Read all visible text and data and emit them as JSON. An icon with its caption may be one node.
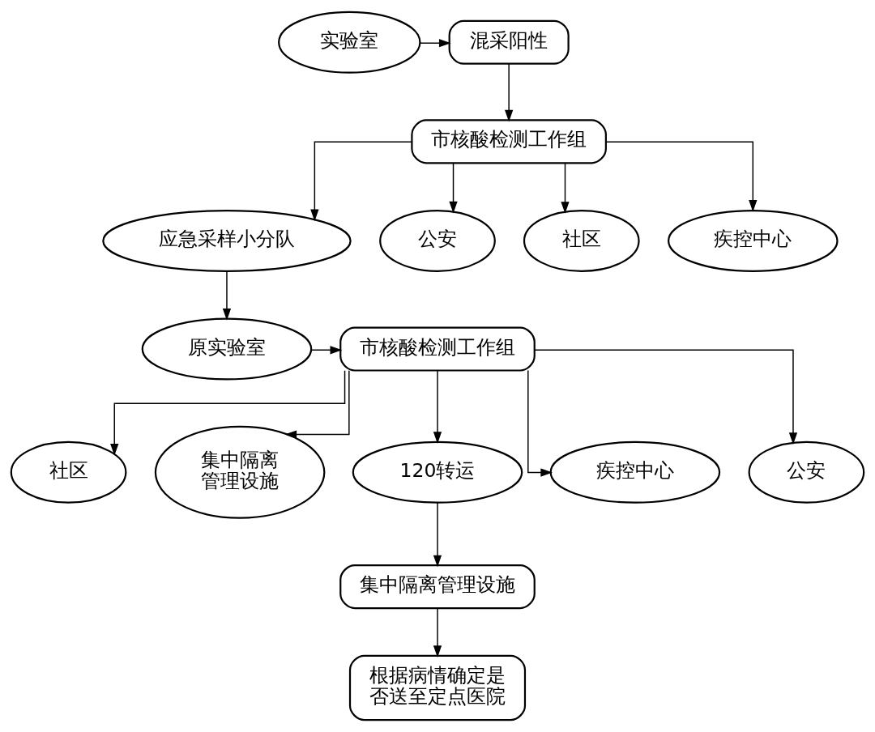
{
  "diagram": {
    "nodes": [
      {
        "text": [
          "实验室"
        ]
      },
      {
        "text": [
          "混采阳性"
        ]
      },
      {
        "text": [
          "市核酸检测工作组"
        ]
      },
      {
        "text": [
          "应急采样小分队"
        ]
      },
      {
        "text": [
          "公安"
        ]
      },
      {
        "text": [
          "社区"
        ]
      },
      {
        "text": [
          "疾控中心"
        ]
      },
      {
        "text": [
          "原实验室"
        ]
      },
      {
        "text": [
          "市核酸检测工作组"
        ]
      },
      {
        "text": [
          "社区"
        ]
      },
      {
        "text": [
          "集中隔离管理设施"
        ]
      },
      {
        "text": [
          "120转运"
        ]
      },
      {
        "text": [
          "疾控中心"
        ]
      },
      {
        "text": [
          "公安"
        ]
      },
      {
        "text": [
          "集中隔离管理设施"
        ]
      },
      {
        "text": [
          "根据病情确定是否送至定点医院"
        ]
      }
    ],
    "edges": [
      {
        "from": 0,
        "to": 1,
        "arrow": "to"
      },
      {
        "from": 1,
        "to": 2,
        "arrow": "to"
      },
      {
        "from": 2,
        "to": 3,
        "arrow": "to"
      },
      {
        "from": 2,
        "to": 4,
        "arrow": "to"
      },
      {
        "from": 2,
        "to": 5,
        "arrow": "to"
      },
      {
        "from": 2,
        "to": 6,
        "arrow": "to"
      },
      {
        "from": 3,
        "to": 7,
        "arrow": "to"
      },
      {
        "from": 7,
        "to": 8,
        "arrow": "to"
      },
      {
        "from": 8,
        "to": 9,
        "arrow": "to"
      },
      {
        "from": 8,
        "to": 10,
        "arrow": "to"
      },
      {
        "from": 8,
        "to": 11,
        "arrow": "to"
      },
      {
        "from": 8,
        "to": 12,
        "arrow": "to"
      },
      {
        "from": 8,
        "to": 13,
        "arrow": "to"
      },
      {
        "from": 11,
        "to": 14,
        "arrow": "to"
      },
      {
        "from": 14,
        "to": 15,
        "arrow": "to"
      }
    ]
  }
}
